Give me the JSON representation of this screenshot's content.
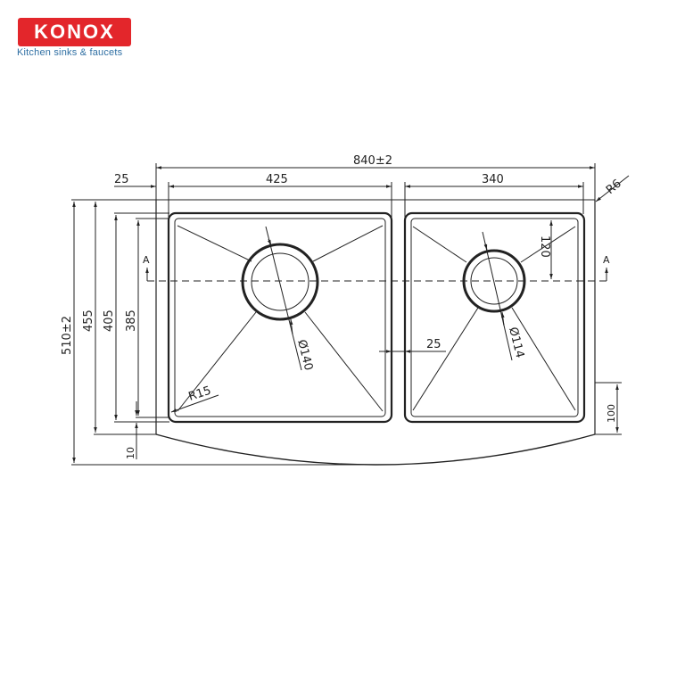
{
  "brand": {
    "logo_text": "KONOX",
    "tagline": "Kitchen sinks & faucets",
    "logo_color": "#e3262b",
    "tagline_color": "#2f6fa3"
  },
  "drawing": {
    "title": "Double bowl apron-front kitchen sink technical drawing",
    "line_color": "#222222",
    "dimensions": {
      "overall_width": "840±2",
      "left_bowl_width": "425",
      "right_bowl_width": "340",
      "left_offset": "25",
      "corner_radius_outer": "R6",
      "overall_depth": "510±2",
      "depth_455": "455",
      "depth_405": "405",
      "depth_385": "385",
      "bottom_offset": "10",
      "divider_width": "25",
      "left_drain_diameter": "Ø140",
      "right_drain_diameter": "Ø114",
      "right_drain_offset": "120",
      "corner_radius_inner": "R15",
      "apron_height": "100"
    },
    "section_markers": {
      "left": "A",
      "right": "A"
    }
  }
}
